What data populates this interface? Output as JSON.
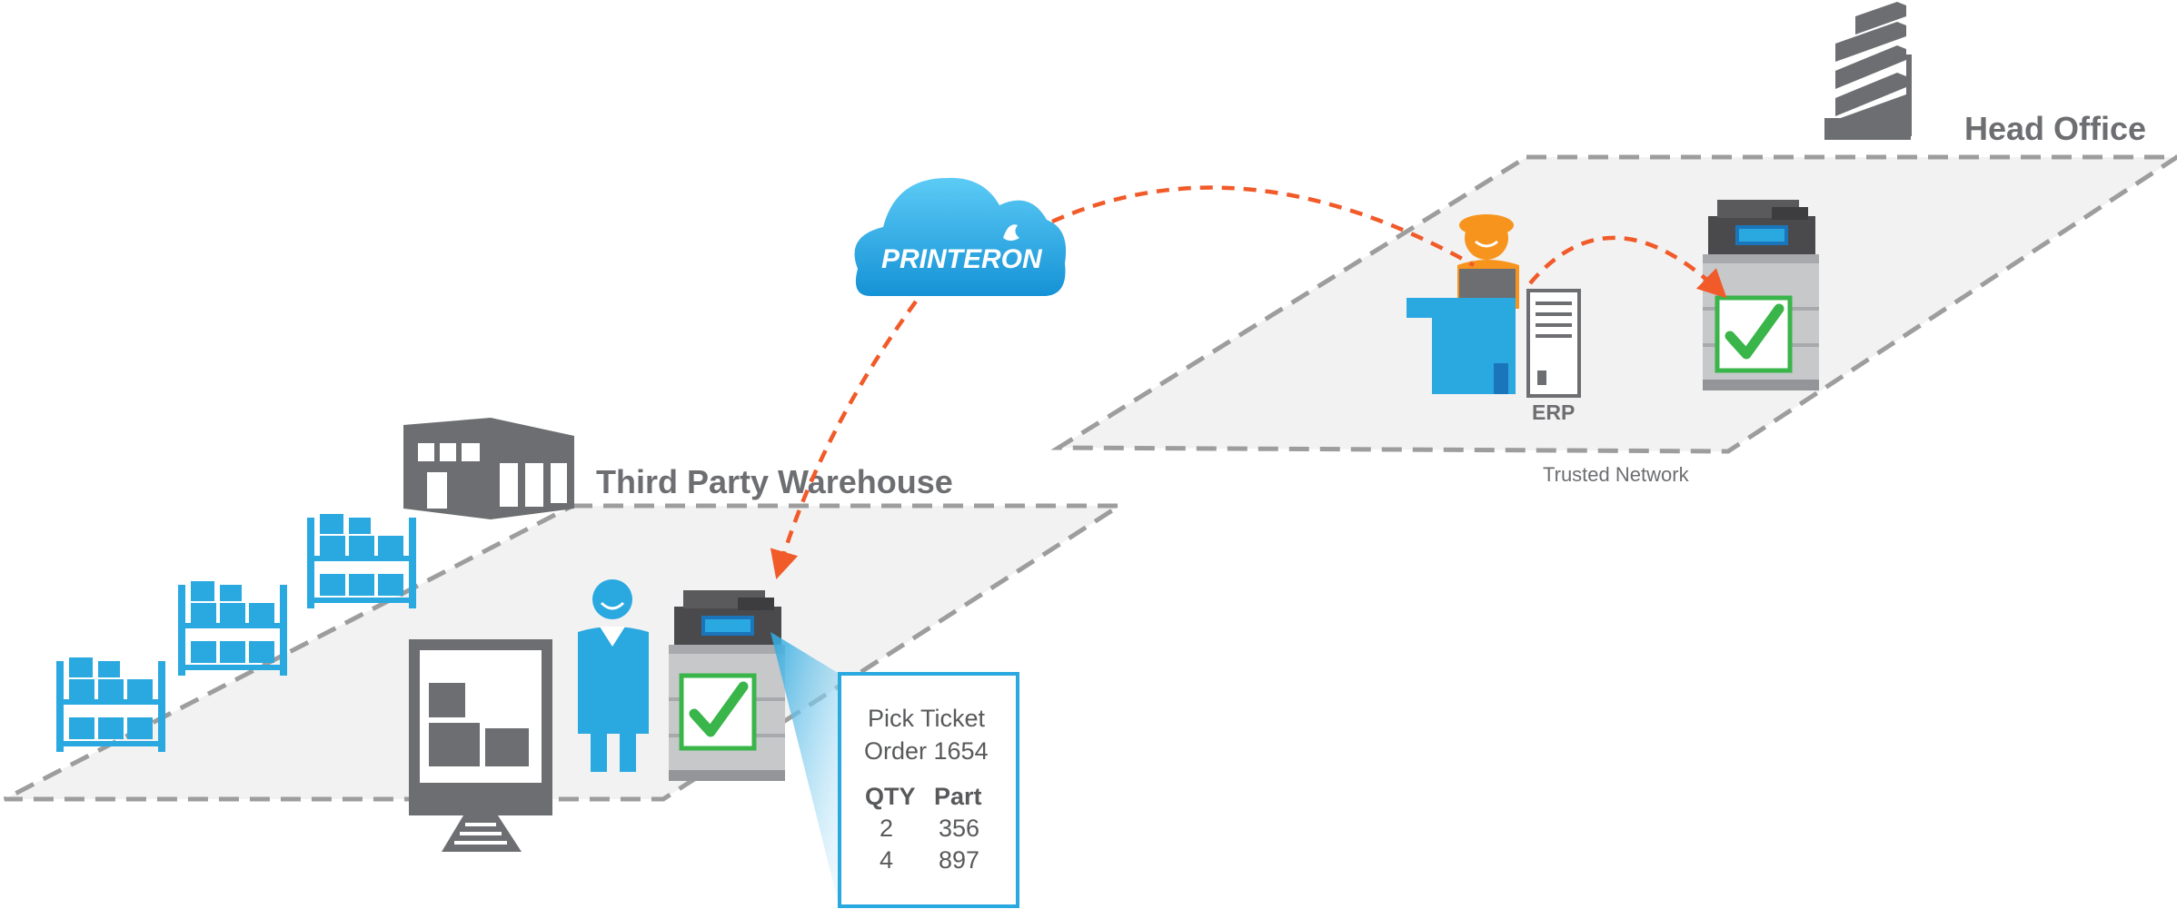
{
  "labels": {
    "head_office": "Head Office",
    "third_party_warehouse": "Third Party Warehouse",
    "trusted_network": "Trusted Network",
    "erp": "ERP",
    "cloud_brand": "PRINTERON"
  },
  "ticket": {
    "title_line1": "Pick Ticket",
    "title_line2": "Order 1654",
    "col_qty": "QTY",
    "col_part": "Part",
    "rows": [
      {
        "qty": "2",
        "part": "356"
      },
      {
        "qty": "4",
        "part": "897"
      }
    ]
  },
  "colors": {
    "accent_blue": "#2aa8e0",
    "orange": "#f7941d",
    "arrow_orange": "#f15a29",
    "gray_dark": "#6d6e71",
    "check_green": "#39b54a",
    "plane_fill": "#f2f2f2",
    "dash_gray": "#9d9d9d"
  }
}
